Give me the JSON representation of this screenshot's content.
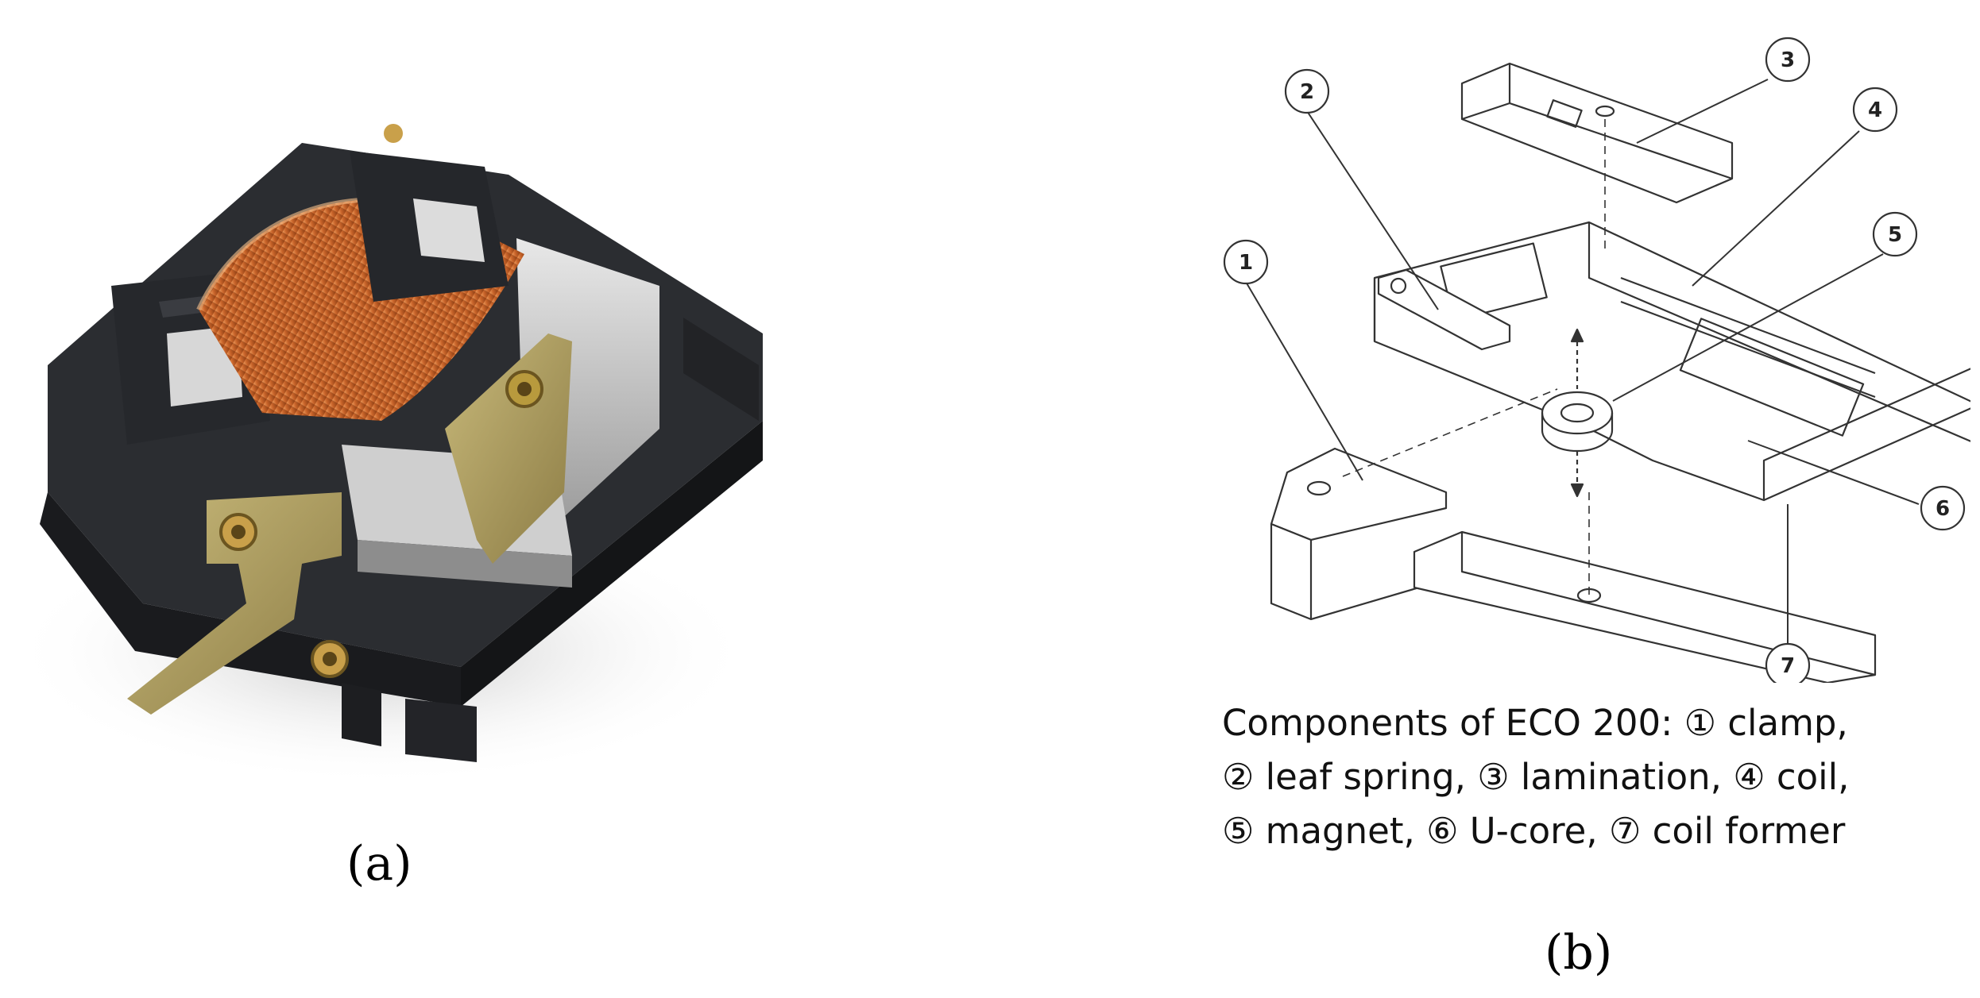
{
  "panel_a": {
    "label": "(a)"
  },
  "panel_b": {
    "label": "(b)",
    "callouts": [
      "1",
      "2",
      "3",
      "4",
      "5",
      "6",
      "7"
    ],
    "caption_lines": [
      "Components of ECO 200: ① clamp,",
      "② leaf spring, ③ lamination, ④ coil,",
      "⑤ magnet, ⑥ U-core, ⑦ coil former"
    ]
  }
}
